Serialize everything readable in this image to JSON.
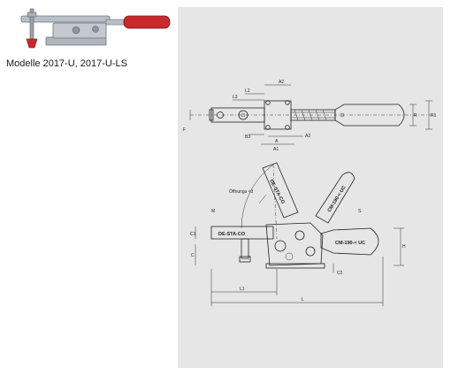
{
  "caption": "Modelle 2017-U, 2017-U-LS",
  "colors": {
    "handle_red": "#c8292c",
    "steel": "#b9bfc7",
    "panel_background": "#e6e6e6"
  },
  "top_view": {
    "labels": {
      "a2_top": "A2",
      "l2": "L2",
      "l3": "L3",
      "r": "R",
      "r1": "R1",
      "f": "F",
      "b3": "B3",
      "a": "A",
      "a2_bottom": "A2",
      "a1": "A1"
    }
  },
  "side_view": {
    "labels": {
      "offnungs_winkel": "Öffnungs <3",
      "m": "M",
      "s": "S",
      "c1": "C1",
      "c": "C",
      "h": "H",
      "c2": "C2",
      "l1": "L1",
      "l": "L"
    },
    "brand": "DE-STA-CO",
    "handle_text": "CM-190-< UC"
  }
}
